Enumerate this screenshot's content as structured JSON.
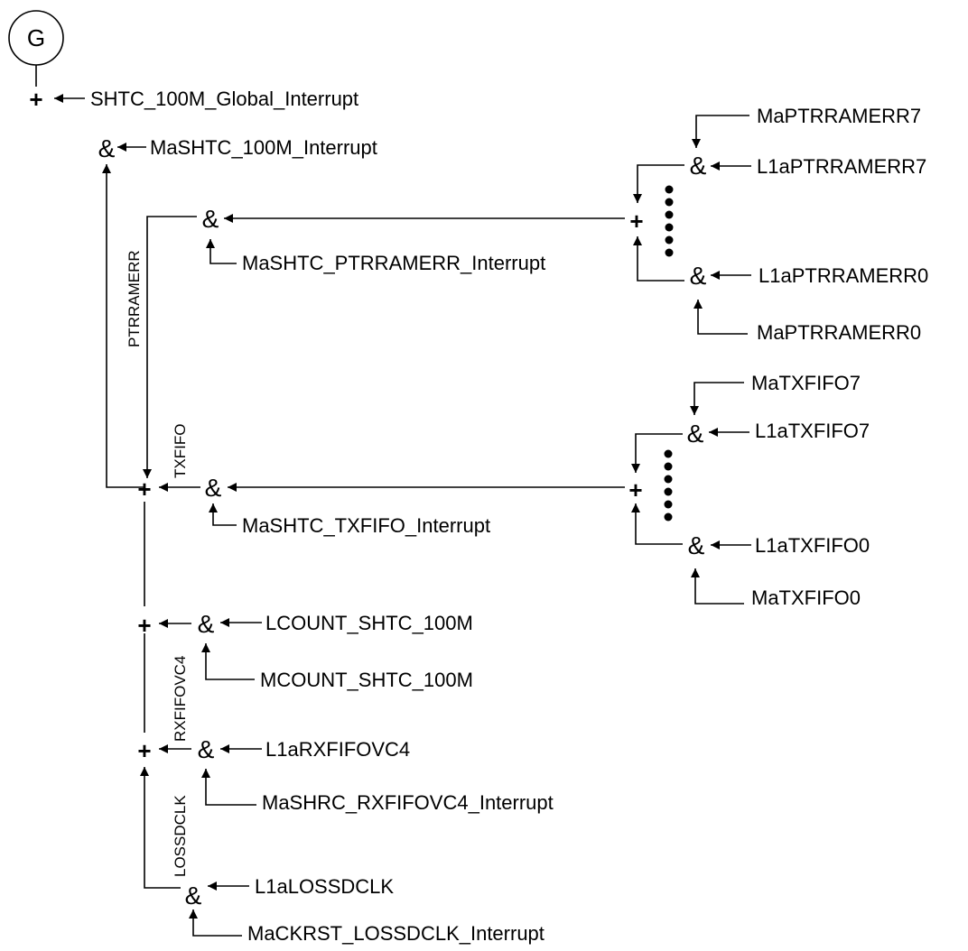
{
  "root": {
    "symbol": "G",
    "or_symbol": "+",
    "label": "SHTC_100M_Global_Interrupt"
  },
  "ops": {
    "and": "&",
    "or": "+"
  },
  "top_and": {
    "label": "MaSHTC_100M_Interrupt"
  },
  "ptrramerr": {
    "group_label": "PTRRAMERR",
    "mask_label": "MaSHTC_PTRRAMERR_Interrupt",
    "in7_mask": "MaPTRRAMERR7",
    "in7_latch": "L1aPTRRAMERR7",
    "in0_latch": "L1aPTRRAMERR0",
    "in0_mask": "MaPTRRAMERR0"
  },
  "txfifo": {
    "group_label": "TXFIFO",
    "mask_label": "MaSHTC_TXFIFO_Interrupt",
    "in7_mask": "MaTXFIFO7",
    "in7_latch": "L1aTXFIFO7",
    "in0_latch": "L1aTXFIFO0",
    "in0_mask": "MaTXFIFO0"
  },
  "count": {
    "latch": "LCOUNT_SHTC_100M",
    "mask": "MCOUNT_SHTC_100M"
  },
  "rxfifovc4": {
    "group_label": "RXFIFOVC4",
    "latch": "L1aRXFIFOVC4",
    "mask": "MaSHRC_RXFIFOVC4_Interrupt"
  },
  "lossdclk": {
    "group_label": "LOSSDCLK",
    "latch": "L1aLOSSDCLK",
    "mask": "MaCKRST_LOSSDCLK_Interrupt"
  }
}
